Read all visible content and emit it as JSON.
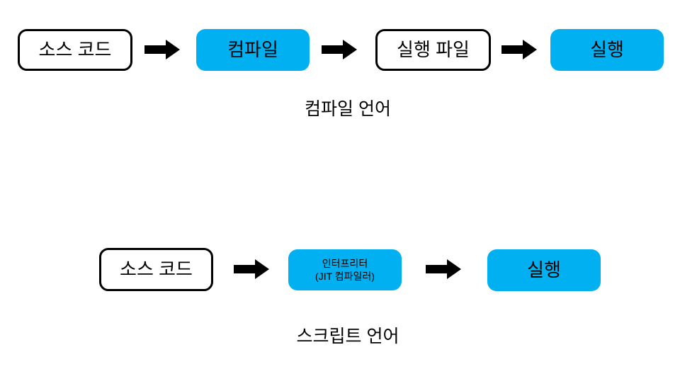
{
  "diagram": {
    "background_color": "#ffffff",
    "accent_blue": "#00b0f0",
    "outline_color": "#000000",
    "arrow_icon": "thick-right-arrow",
    "rows": [
      {
        "caption": "컴파일 언어",
        "nodes": [
          {
            "label": "소스 코드",
            "style": "outline"
          },
          {
            "label": "컴파일",
            "style": "filled"
          },
          {
            "label": "실행 파일",
            "style": "outline"
          },
          {
            "label": "실행",
            "style": "filled"
          }
        ]
      },
      {
        "caption": "스크립트 언어",
        "nodes": [
          {
            "label": "소스 코드",
            "style": "outline"
          },
          {
            "label": "인터프리터",
            "sublabel": "(JIT 컴파일러)",
            "style": "filled"
          },
          {
            "label": "실행",
            "style": "filled"
          }
        ]
      }
    ]
  }
}
